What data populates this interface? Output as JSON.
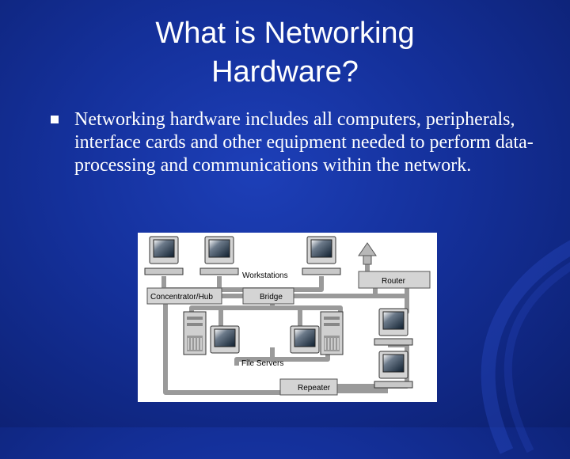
{
  "slide": {
    "title_line1": "What is Networking",
    "title_line2": "Hardware?",
    "bullet_text": "Networking hardware includes all computers, peripherals, interface cards and other equipment needed to perform data-processing and communications within the network."
  },
  "diagram": {
    "labels": {
      "workstations": "Workstations",
      "router": "Router",
      "concentrator": "Concentrator/Hub",
      "bridge": "Bridge",
      "file_servers": "File Servers",
      "repeater": "Repeater"
    }
  },
  "colors": {
    "background": "#14309a",
    "text": "#ffffff",
    "cable": "#9a9a9a",
    "device_box": "#d4d4d4"
  }
}
